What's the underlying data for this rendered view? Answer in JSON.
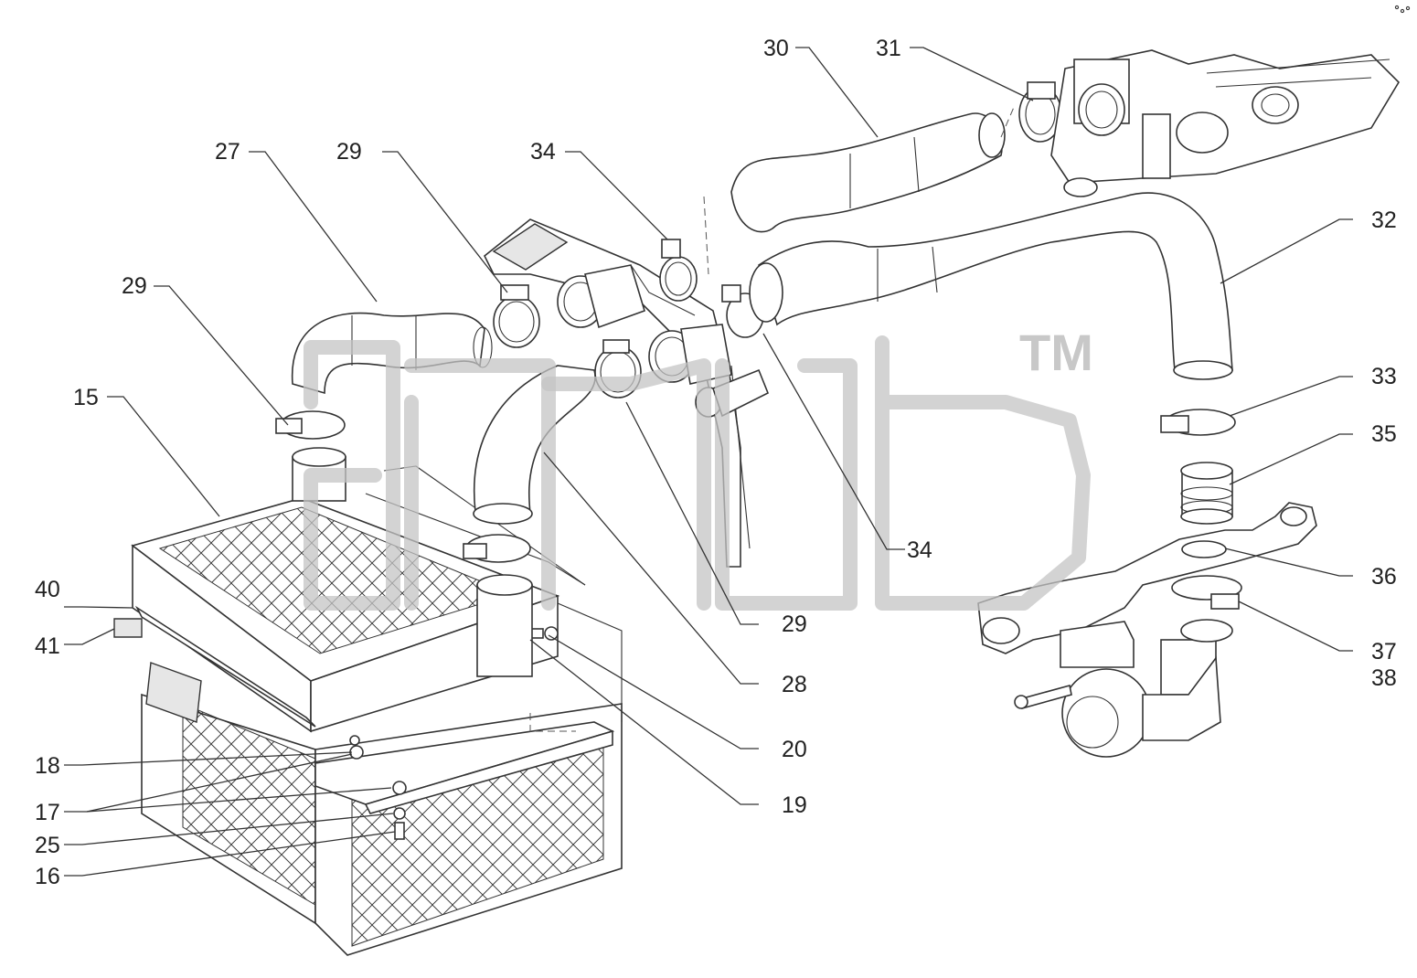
{
  "watermark": {
    "trademark": "TM"
  },
  "callouts": [
    {
      "id": "c15",
      "label": "15"
    },
    {
      "id": "c16",
      "label": "16"
    },
    {
      "id": "c17",
      "label": "17"
    },
    {
      "id": "c18",
      "label": "18"
    },
    {
      "id": "c19",
      "label": "19"
    },
    {
      "id": "c20",
      "label": "20"
    },
    {
      "id": "c25",
      "label": "25"
    },
    {
      "id": "c27",
      "label": "27"
    },
    {
      "id": "c28",
      "label": "28"
    },
    {
      "id": "c29a",
      "label": "29"
    },
    {
      "id": "c29b",
      "label": "29"
    },
    {
      "id": "c29c",
      "label": "29"
    },
    {
      "id": "c30",
      "label": "30"
    },
    {
      "id": "c31",
      "label": "31"
    },
    {
      "id": "c32",
      "label": "32"
    },
    {
      "id": "c33",
      "label": "33"
    },
    {
      "id": "c34a",
      "label": "34"
    },
    {
      "id": "c34b",
      "label": "34"
    },
    {
      "id": "c35",
      "label": "35"
    },
    {
      "id": "c36",
      "label": "36"
    },
    {
      "id": "c37",
      "label": "37"
    },
    {
      "id": "c38",
      "label": "38"
    },
    {
      "id": "c40",
      "label": "40"
    },
    {
      "id": "c41",
      "label": "41"
    }
  ]
}
